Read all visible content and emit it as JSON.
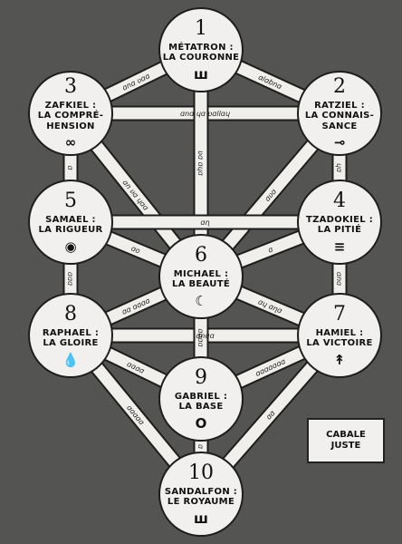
{
  "nodes": [
    {
      "number": "1",
      "name": "MÉTATRON :",
      "title": "LA COURONNE",
      "symbol": "ш"
    },
    {
      "number": "3",
      "name": "ZAFKIEL :",
      "title": "LA COMPRÉ-",
      "title2": "HENSION",
      "symbol": "∞"
    },
    {
      "number": "2",
      "name": "RATZIEL :",
      "title": "LA CONNAIS-",
      "title2": "SANCE",
      "symbol": "⊸"
    },
    {
      "number": "5",
      "name": "SAMAEL :",
      "title": "LA RIGUEUR",
      "symbol": "◉"
    },
    {
      "number": "4",
      "name": "TZADOKIEL :",
      "title": "LA PITIÉ",
      "symbol": "≡"
    },
    {
      "number": "6",
      "name": "MICHAEL :",
      "title": "LA BEAUTÉ",
      "symbol": "☾"
    },
    {
      "number": "8",
      "name": "RAPHAEL :",
      "title": "LA GLOIRE",
      "symbol": "💧"
    },
    {
      "number": "7",
      "name": "HAMIEL :",
      "title": "LA VICTOIRE",
      "symbol": "↟"
    },
    {
      "number": "9",
      "name": "GABRIEL :",
      "title": "LA BASE",
      "symbol": "O"
    },
    {
      "number": "10",
      "name": "SANDALFON :",
      "title": "LE ROYAUME",
      "symbol": "ш"
    }
  ],
  "caption": {
    "line1": "CABALE",
    "line2": "JUSTE"
  },
  "path_scripts": [
    "ɑnɑ ʋɑɑ",
    "ɑlɑbnɑ",
    "ɑnɑ ɥɑ ʋɑllɑɥ",
    "ʋɑ ɑɥɑ",
    "ɑ",
    "ɥɑ",
    "ɑn ʋɑ ɥɑɑ",
    "ɑʋɑ",
    "ɑɳ",
    "ɑo",
    "ɑ",
    "ɑɑɑ",
    "ɑnɑ",
    "ɑnɑɑ",
    "ɑɑ ɑɑɑɑ",
    "ɑɥ ɑɳɑ",
    "ɑɑɑɑ",
    "ɑɑɑɑ",
    "ɑɑɑɑɑɑɑ",
    "ɑɑɑɑɑ",
    "ɑɑ",
    "ɑ"
  ]
}
